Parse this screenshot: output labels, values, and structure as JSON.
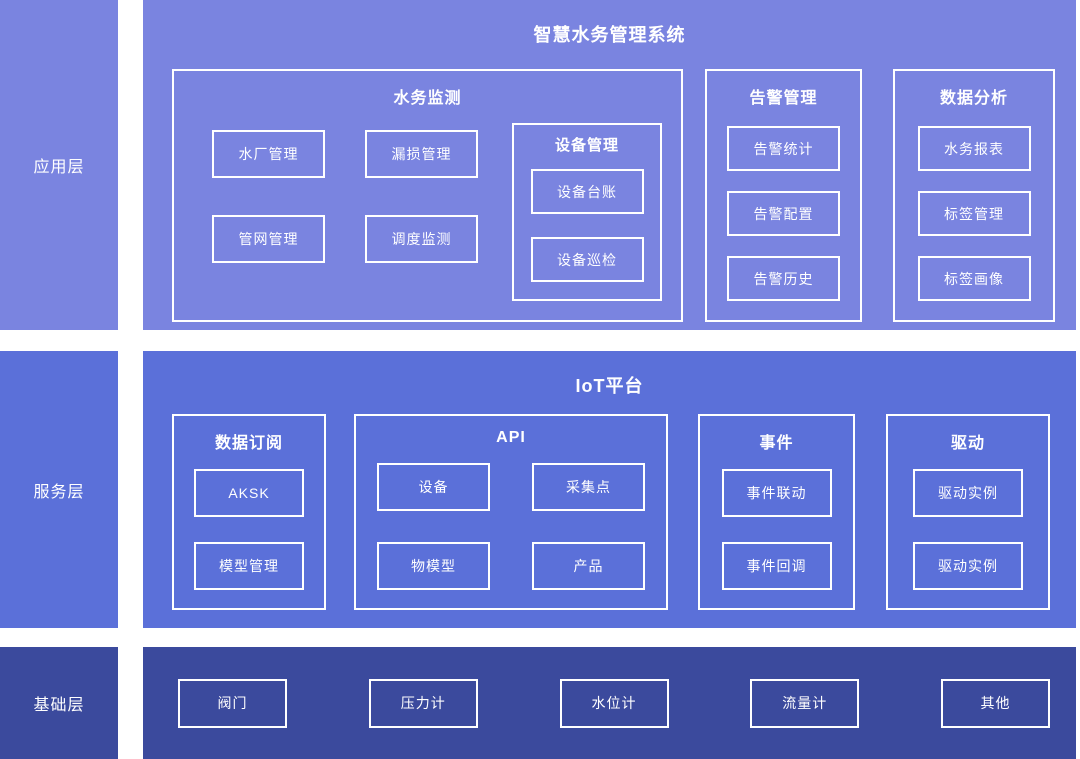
{
  "colors": {
    "application_layer": "#7A84E0",
    "service_layer": "#5B70D9",
    "base_layer": "#3B4A9D",
    "border": "#FFFFFF",
    "text": "#FFFFFF",
    "page_background": "#FFFFFF"
  },
  "sidebar": {
    "app_label": "应用层",
    "service_label": "服务层",
    "base_label": "基础层"
  },
  "app_layer": {
    "title": "智慧水务管理系统",
    "water_monitoring": {
      "title": "水务监测",
      "items": [
        "水厂管理",
        "漏损管理",
        "管网管理",
        "调度监测"
      ],
      "device_mgmt": {
        "title": "设备管理",
        "items": [
          "设备台账",
          "设备巡检"
        ]
      }
    },
    "alarm_mgmt": {
      "title": "告警管理",
      "items": [
        "告警统计",
        "告警配置",
        "告警历史"
      ]
    },
    "data_analysis": {
      "title": "数据分析",
      "items": [
        "水务报表",
        "标签管理",
        "标签画像"
      ]
    }
  },
  "service_layer": {
    "title": "IoT平台",
    "data_subscription": {
      "title": "数据订阅",
      "items": [
        "AKSK",
        "模型管理"
      ]
    },
    "api": {
      "title": "API",
      "items": [
        "设备",
        "采集点",
        "物模型",
        "产品"
      ]
    },
    "event": {
      "title": "事件",
      "items": [
        "事件联动",
        "事件回调"
      ]
    },
    "driver": {
      "title": "驱动",
      "items": [
        "驱动实例",
        "驱动实例"
      ]
    }
  },
  "base_layer": {
    "items": [
      "阀门",
      "压力计",
      "水位计",
      "流量计",
      "其他"
    ]
  }
}
